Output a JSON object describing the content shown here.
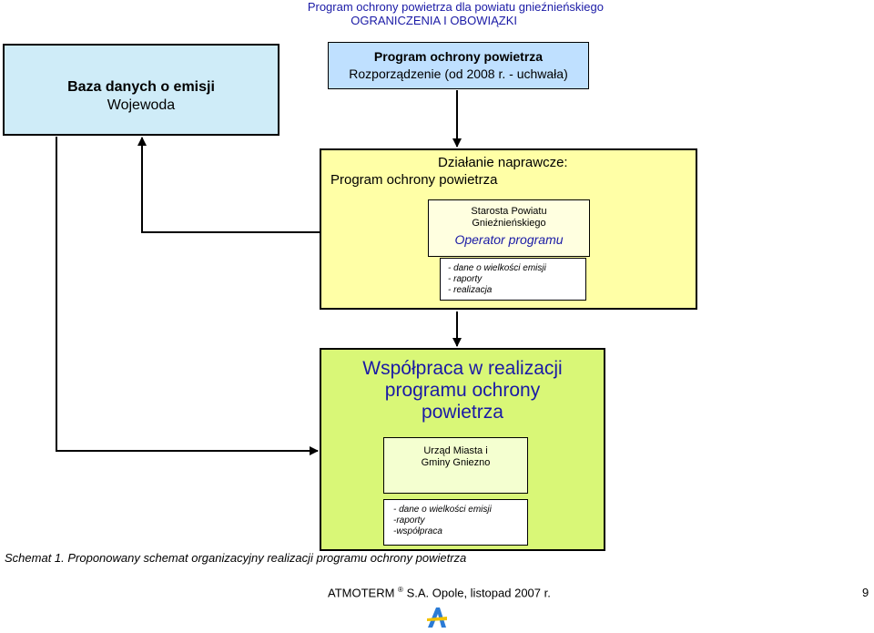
{
  "header": {
    "line1": "Program ochrony powietrza dla powiatu gnieźnieńskiego",
    "line2": "OGRANICZENIA I OBOWIĄZKI"
  },
  "diagram": {
    "baza": {
      "title": "Baza danych o emisji",
      "subtitle": "Wojewoda"
    },
    "program": {
      "title": "Program ochrony powietrza",
      "subtitle": "Rozporządzenie (od 2008 r. - uchwała)"
    },
    "dzialanie": {
      "line1": "Działanie naprawcze:",
      "line2": "Program ochrony powietrza"
    },
    "starosta": {
      "line1": "Starosta Powiatu",
      "line2": "Gnieźnieńskiego",
      "line3": "Operator programu"
    },
    "dane1": {
      "items": [
        "- dane o wielkości emisji",
        "- raporty",
        "- realizacja"
      ]
    },
    "wspolpraca": {
      "line1": "Współpraca w realizacji",
      "line2": "programu ochrony",
      "line3": "powietrza"
    },
    "urzad": {
      "line1": "Urząd Miasta i",
      "line2": "Gminy Gniezno"
    },
    "dane2": {
      "items": [
        "- dane o wielkości emisji",
        "-raporty",
        "-współpraca"
      ]
    }
  },
  "caption": "Schemat 1. Proponowany schemat organizacyjny realizacji programu ochrony powietrza",
  "footer": {
    "company": "ATMOTERM",
    "reg": "®",
    "rest": " S.A. Opole, listopad 2007 r.",
    "page": "9"
  },
  "colors": {
    "baza_fill": "#cfecf8",
    "program_fill": "#bfe0ff",
    "dzialanie_fill": "#ffffa6",
    "wspolpraca_fill": "#d9f777",
    "accent_text": "#1a1aa6"
  }
}
